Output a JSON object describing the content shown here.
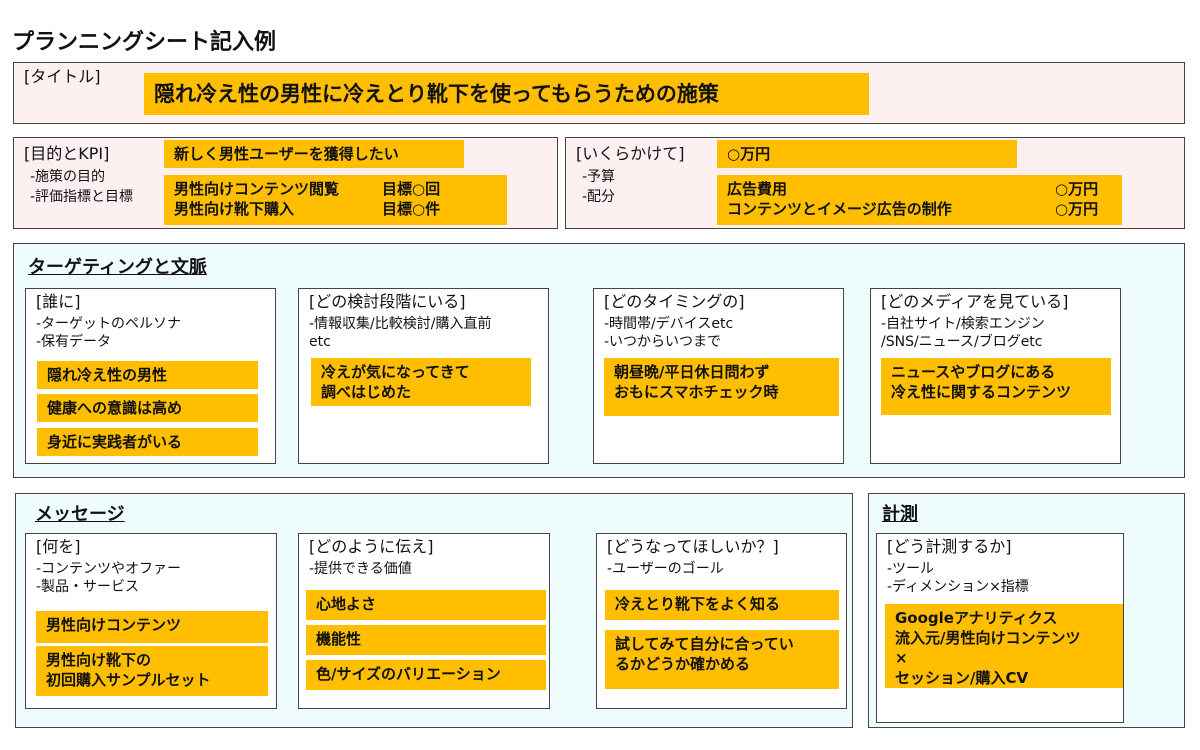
{
  "page_title": "プランニングシート記入例",
  "title_box": {
    "label": "[タイトル]",
    "value": "隠れ冷え性の男性に冷えとり靴下を使ってもらうための施策"
  },
  "kpi": {
    "label": "[目的とKPI]",
    "sub1": "-施策の目的",
    "sub2": "-評価指標と目標",
    "goal": "新しく男性ユーザーを獲得したい",
    "kpi1_name": "男性向けコンテンツ閲覧",
    "kpi1_target": "目標○回",
    "kpi2_name": "男性向け靴下購入",
    "kpi2_target": "目標○件"
  },
  "budget": {
    "label": "[いくらかけて]",
    "sub1": "-予算",
    "sub2": "-配分",
    "total": "○万円",
    "item1": "広告費用",
    "item1_value": "○万円",
    "item2": "コンテンツとイメージ広告の制作",
    "item2_value": "○万円"
  },
  "targeting": {
    "heading": "ターゲティングと文脈",
    "cards": [
      {
        "label": "[誰に]",
        "sub": [
          "-ターゲットのペルソナ",
          "-保有データ"
        ],
        "items": [
          "隠れ冷え性の男性",
          "健康への意識は高め",
          "身近に実践者がいる"
        ]
      },
      {
        "label": "[どの検討段階にいる]",
        "sub": [
          "-情報収集/比較検討/購入直前",
          "etc"
        ],
        "items": [
          "冷えが気になってきて\n調べはじめた"
        ]
      },
      {
        "label": "[どのタイミングの]",
        "sub": [
          "-時間帯/デバイスetc",
          "-いつからいつまで"
        ],
        "items": [
          "朝昼晩/平日休日問わず\nおもにスマホチェック時"
        ]
      },
      {
        "label": "[どのメディアを見ている]",
        "sub": [
          "-自社サイト/検索エンジン",
          "/SNS/ニュース/ブログetc"
        ],
        "items": [
          "ニュースやブログにある\n冷え性に関するコンテンツ"
        ]
      }
    ]
  },
  "message": {
    "heading": "メッセージ",
    "cards": [
      {
        "label": "[何を]",
        "sub": [
          "-コンテンツやオファー",
          "-製品・サービス"
        ],
        "items": [
          "男性向けコンテンツ",
          "男性向け靴下の\n初回購入サンプルセット"
        ]
      },
      {
        "label": "[どのように伝え]",
        "sub": [
          "-提供できる価値"
        ],
        "items": [
          "心地よさ",
          "機能性",
          "色/サイズのバリエーション"
        ]
      },
      {
        "label": "[どうなってほしいか？]",
        "sub": [
          "-ユーザーのゴール"
        ],
        "items": [
          "冷えとり靴下をよく知る",
          "試してみて自分に合ってい\nるかどうか確かめる"
        ]
      }
    ]
  },
  "measure": {
    "heading": "計測",
    "card": {
      "label": "[どう計測するか]",
      "sub": [
        "-ツール",
        "-ディメンション×指標"
      ],
      "items": [
        "Googleアナリティクス\n流入元/男性向けコンテンツ\n ×\nセッション/購入CV"
      ]
    }
  },
  "colors": {
    "highlight": "#ffbf00",
    "pink": "#fdf0f0",
    "cyan": "#eefcfd"
  }
}
